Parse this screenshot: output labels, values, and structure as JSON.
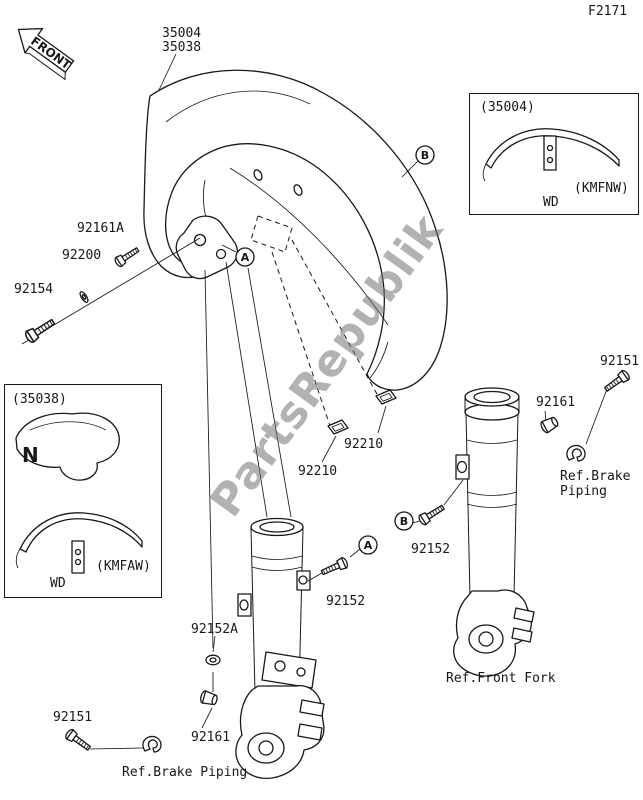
{
  "page": {
    "code": "F2171",
    "front_label": "FRONT",
    "watermark": "PartsRepublik"
  },
  "callouts": {
    "a": "A",
    "b": "B"
  },
  "parts": {
    "fender_1": "35004",
    "fender_2": "35038",
    "screw_a": "92161A",
    "washer_plain": "92200",
    "bolt_left": "92154",
    "bolt_top_right": "92151",
    "damper_right": "92161",
    "pin_1": "92210",
    "pin_2": "92210",
    "bolt_fork_right": "92152",
    "bolt_fork_center": "92152",
    "collar": "92152A",
    "bolt_bottom_left": "92151",
    "damper_bottom": "92161"
  },
  "insets": {
    "right": {
      "title": "(35004)",
      "variant": "(KMFNW)",
      "wd": "WD"
    },
    "left": {
      "title": "(35038)",
      "variant": "(KMFAW)",
      "wd": "WD",
      "mark": "N"
    }
  },
  "refs": {
    "brake_piping_right": "Ref.Brake Piping",
    "brake_piping_bottom": "Ref.Brake Piping",
    "front_fork": "Ref.Front Fork"
  }
}
